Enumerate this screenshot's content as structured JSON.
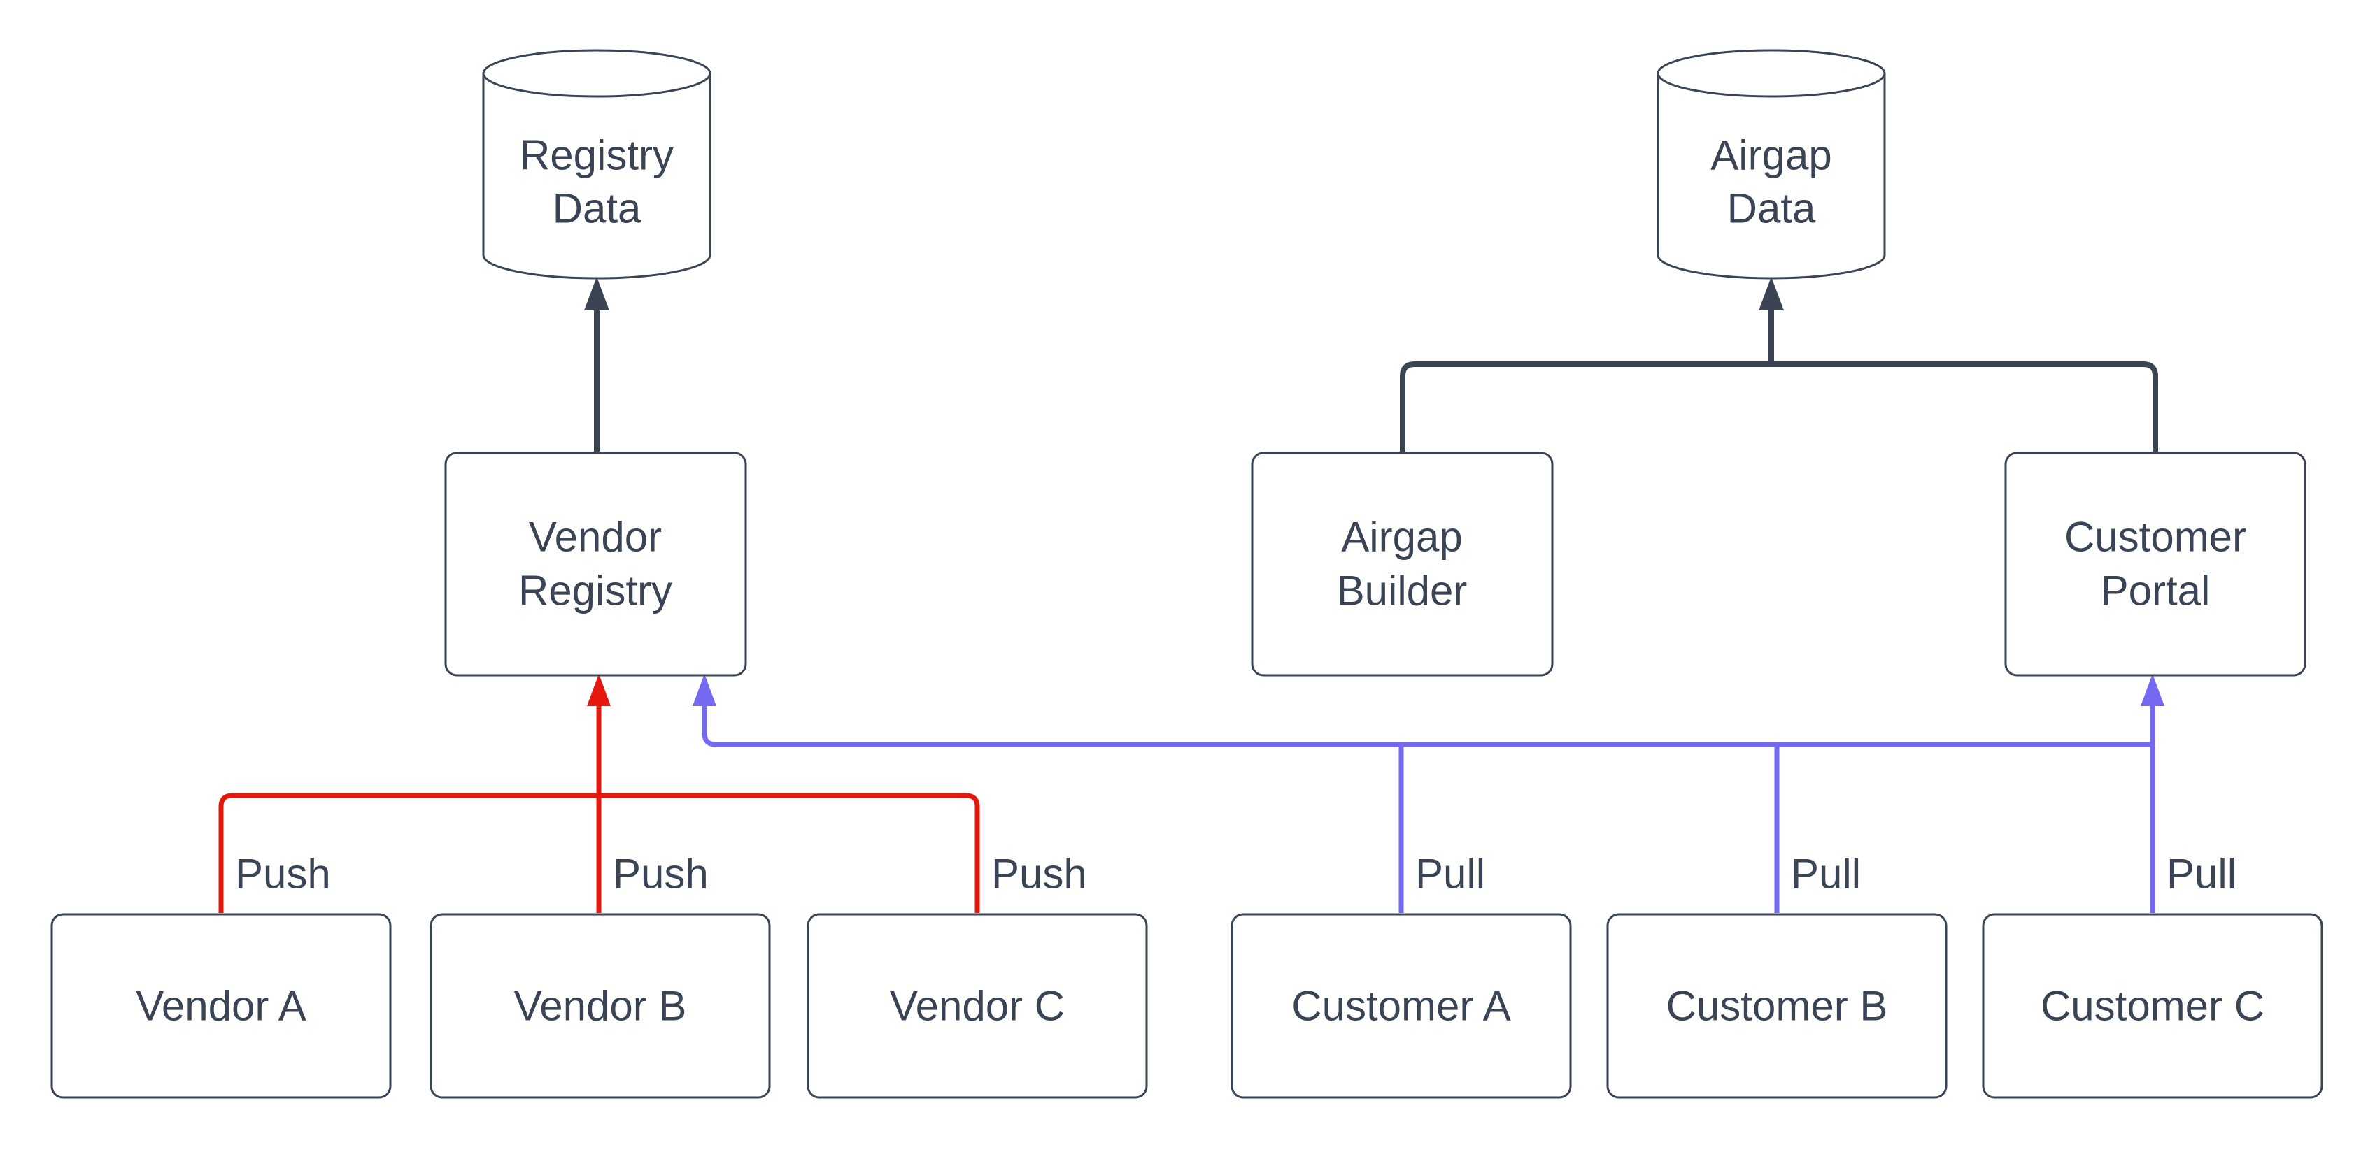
{
  "canvas": {
    "background": "#ffffff"
  },
  "colors": {
    "dark": "#3a4454",
    "red": "#e5180d",
    "blue": "#7569f2",
    "node-fill": "#ffffff",
    "bg": "#ffffff"
  },
  "nodes": {
    "registry_data": {
      "shape": "cylinder",
      "lines": [
        "Registry",
        "Data"
      ]
    },
    "airgap_data": {
      "shape": "cylinder",
      "lines": [
        "Airgap",
        "Data"
      ]
    },
    "vendor_registry": {
      "shape": "rounded-box",
      "lines": [
        "Vendor",
        "Registry"
      ]
    },
    "airgap_builder": {
      "shape": "rounded-box",
      "lines": [
        "Airgap",
        "Builder"
      ]
    },
    "customer_portal": {
      "shape": "rounded-box",
      "lines": [
        "Customer",
        "Portal"
      ]
    },
    "vendor_a": {
      "shape": "rounded-box",
      "label": "Vendor A"
    },
    "vendor_b": {
      "shape": "rounded-box",
      "label": "Vendor B"
    },
    "vendor_c": {
      "shape": "rounded-box",
      "label": "Vendor C"
    },
    "customer_a": {
      "shape": "rounded-box",
      "label": "Customer A"
    },
    "customer_b": {
      "shape": "rounded-box",
      "label": "Customer B"
    },
    "customer_c": {
      "shape": "rounded-box",
      "label": "Customer C"
    }
  },
  "connections": [
    {
      "from": "Vendor Registry",
      "to": "Registry Data",
      "color": "dark"
    },
    {
      "from": "Airgap Builder",
      "to": "Airgap Data",
      "color": "dark"
    },
    {
      "from": "Customer Portal",
      "to": "Airgap Data",
      "color": "dark"
    },
    {
      "from": "Vendor A",
      "to": "Vendor Registry",
      "label": "Push",
      "color": "red"
    },
    {
      "from": "Vendor B",
      "to": "Vendor Registry",
      "label": "Push",
      "color": "red"
    },
    {
      "from": "Vendor C",
      "to": "Vendor Registry",
      "label": "Push",
      "color": "red"
    },
    {
      "from": "Customer A",
      "to": "Vendor Registry / Customer Portal",
      "label": "Pull",
      "color": "blue"
    },
    {
      "from": "Customer B",
      "to": "Vendor Registry / Customer Portal",
      "label": "Pull",
      "color": "blue"
    },
    {
      "from": "Customer C",
      "to": "Vendor Registry / Customer Portal",
      "label": "Pull",
      "color": "blue"
    }
  ]
}
